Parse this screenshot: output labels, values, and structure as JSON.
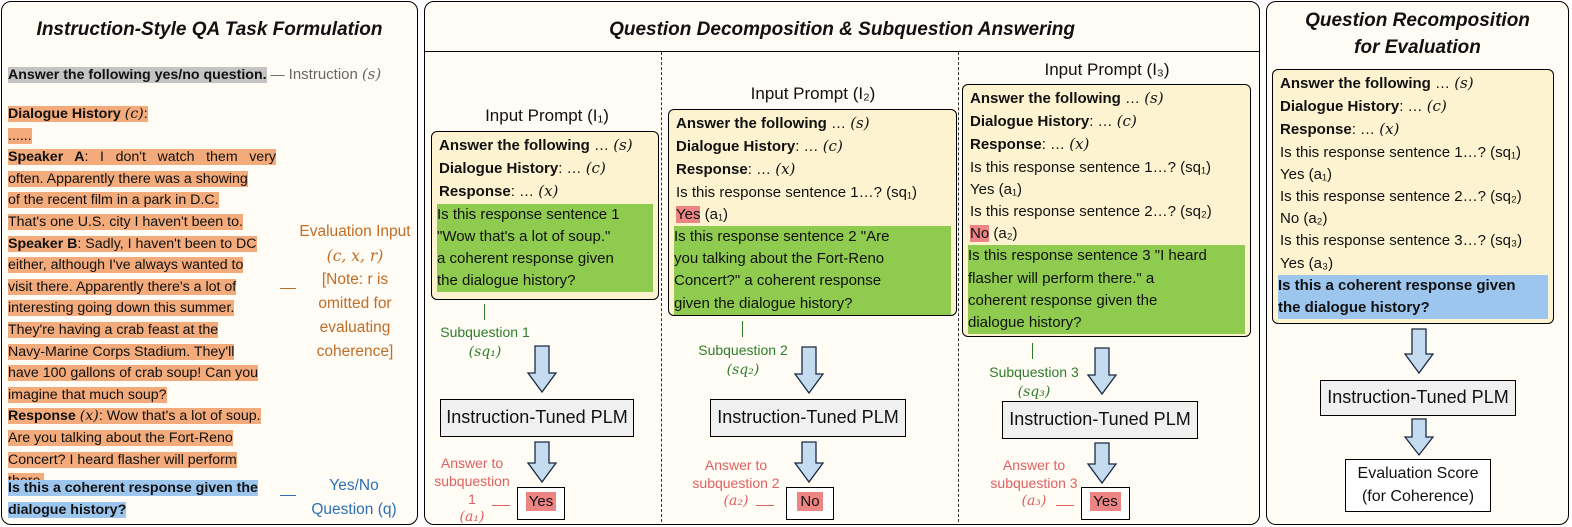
{
  "left": {
    "title": "Instruction-Style QA Task Formulation",
    "instruction_text": "Answer the following yes/no question.",
    "instruction_label": "Instruction",
    "instruction_sym": "(s)",
    "dh_bold": "Dialogue History",
    "dh_sym": "(c)",
    "dh_colon": ":",
    "dots": "......",
    "speaker_a": "Speaker A",
    "lines_a": [
      "I don't watch them very",
      "often. Apparently there was a showing",
      "of the recent film in a park in D.C.",
      "That's one U.S. city I haven't been to."
    ],
    "speaker_b": "Speaker B",
    "lines_b": [
      "Sadly, I haven't been to DC",
      "either, although I've always wanted to",
      "visit there. Apparently there's a lot of",
      "interesting going down this summer.",
      "They're having a crab feast at the",
      "Navy-Marine Corps Stadium. They'll",
      "have 100 gallons of crab soup! Can you",
      "imagine that much soup?"
    ],
    "response_bold": "Response",
    "response_sym": "(x)",
    "lines_r": [
      "Wow that's a lot of soup.",
      "Are you talking about the Fort-Reno",
      "Concert? I heard flasher will perform",
      "there."
    ],
    "eval_label_lines": [
      "Evaluation Input",
      "(c, x, r)",
      "[Note: r is",
      "omitted for",
      "evaluating",
      "coherence]"
    ],
    "question_lines": [
      "Is this a coherent response given the",
      "dialogue history?"
    ],
    "q_label_lines": [
      "Yes/No",
      "Question (q)"
    ]
  },
  "middle": {
    "title": "Question Decomposition & Subquestion Answering",
    "col1": {
      "prompt_label": "Input Prompt (I₁)",
      "lines": [
        "Answer the following",
        "Dialogue History",
        "Response"
      ],
      "syms": [
        "(s)",
        "(c)",
        "(x)"
      ],
      "green": [
        "Is this response sentence 1",
        "\"Wow that's a lot of soup.\"",
        "a coherent response given",
        "the dialogue history?"
      ],
      "sub_label": [
        "Subquestion 1",
        "(sq₁)"
      ],
      "plm": "Instruction-Tuned PLM",
      "ans_label": [
        "Answer to",
        "subquestion 1",
        "(a₁)"
      ],
      "answer": "Yes"
    },
    "col2": {
      "prompt_label": "Input Prompt (I₂)",
      "lines": [
        "Answer the following",
        "Dialogue History",
        "Response"
      ],
      "syms": [
        "(s)",
        "(c)",
        "(x)"
      ],
      "sq1": "Is this response sentence 1…? (sq₁)",
      "a1_word": "Yes",
      "a1_sym": "(a₁)",
      "green": [
        "Is this response sentence 2 \"Are",
        "you talking about the Fort-Reno",
        "Concert?\" a coherent response",
        "given the dialogue history?"
      ],
      "sub_label": [
        "Subquestion 2",
        "(sq₂)"
      ],
      "plm": "Instruction-Tuned PLM",
      "ans_label": [
        "Answer to",
        "subquestion 2",
        "(a₂)"
      ],
      "answer": "No"
    },
    "col3": {
      "prompt_label": "Input Prompt (I₃)",
      "lines": [
        "Answer the following",
        "Dialogue History",
        "Response"
      ],
      "syms": [
        "(s)",
        "(c)",
        "(x)"
      ],
      "sq1": "Is this response sentence 1…? (sq₁)",
      "a1_word": "Yes",
      "a1_sym": "(a₁)",
      "sq2": "Is this response sentence 2…? (sq₂)",
      "a2_word": "No",
      "a2_sym": "(a₂)",
      "green": [
        "Is this response sentence 3 \"I heard",
        "flasher will perform there.\" a",
        "coherent response given the",
        "dialogue history?"
      ],
      "sub_label": [
        "Subquestion 3",
        "(sq₃)"
      ],
      "plm": "Instruction-Tuned PLM",
      "ans_label": [
        "Answer to",
        "subquestion 3",
        "(a₃)"
      ],
      "answer": "Yes"
    }
  },
  "right": {
    "title_lines": [
      "Question Recomposition",
      "for Evaluation"
    ],
    "lines": [
      "Answer the following",
      "Dialogue History",
      "Response"
    ],
    "syms": [
      "(s)",
      "(c)",
      "(x)"
    ],
    "items": [
      "Is this response sentence 1…? (sq₁)",
      "Yes (a₁)",
      "Is this response sentence 2…? (sq₂)",
      "No (a₂)",
      "Is this response sentence 3…? (sq₃)",
      "Yes (a₃)"
    ],
    "question_lines": [
      "Is this a coherent response given",
      "the dialogue history?"
    ],
    "plm": "Instruction-Tuned PLM",
    "score_lines": [
      "Evaluation Score",
      "(for Coherence)"
    ]
  },
  "colors": {
    "orange_highlight": "#f3ab7b",
    "green_highlight": "#8fcb4f",
    "blue_highlight": "#9dc6ef",
    "red_highlight": "#ee8585",
    "prompt_box": "#fdf3d1",
    "arrow_fill": "#c5dbf0"
  }
}
